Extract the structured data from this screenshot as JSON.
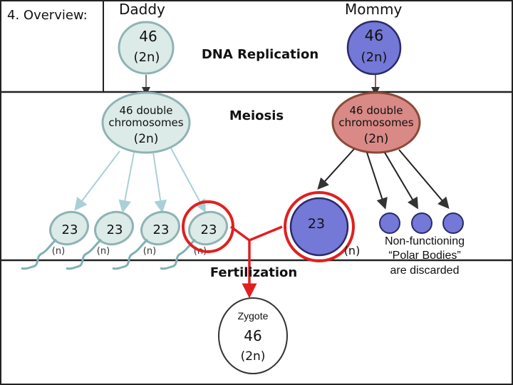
{
  "title": "4. Overview:",
  "parents": {
    "daddy": "Daddy",
    "mommy": "Mommy"
  },
  "cells": {
    "daddy_count": "46",
    "daddy_ploidy": "(2n)",
    "mommy_count": "46",
    "mommy_ploidy": "(2n)"
  },
  "stages": {
    "replication": "DNA Replication",
    "meiosis": "Meiosis",
    "fertilization": "Fertilization"
  },
  "double": {
    "daddy_line1": "46 double",
    "daddy_line2": "chromosomes",
    "daddy_ploidy": "(2n)",
    "mommy_line1": "46 double",
    "mommy_line2": "chromosomes",
    "mommy_ploidy": "(2n)"
  },
  "sperm": [
    {
      "count": "23",
      "ploidy": "(n)"
    },
    {
      "count": "23",
      "ploidy": "(n)"
    },
    {
      "count": "23",
      "ploidy": "(n)"
    },
    {
      "count": "23",
      "ploidy": "(n)"
    }
  ],
  "egg": {
    "count": "23",
    "ploidy": "(n)"
  },
  "polar_bodies": {
    "line1": "Non-functioning",
    "line2": "“Polar Bodies”",
    "line3": "are discarded"
  },
  "zygote": {
    "label": "Zygote",
    "count": "46",
    "ploidy": "(2n)"
  },
  "colors": {
    "daddy_fill": "#dcebe8",
    "daddy_stroke": "#8fb3b5",
    "mommy_fill": "#d98a86",
    "mommy_stroke": "#8a4a3a",
    "egg_fill": "#7478d6",
    "highlight": "#e02020",
    "arrow_light": "#a9d0d6",
    "arrow_dark": "#444444"
  }
}
